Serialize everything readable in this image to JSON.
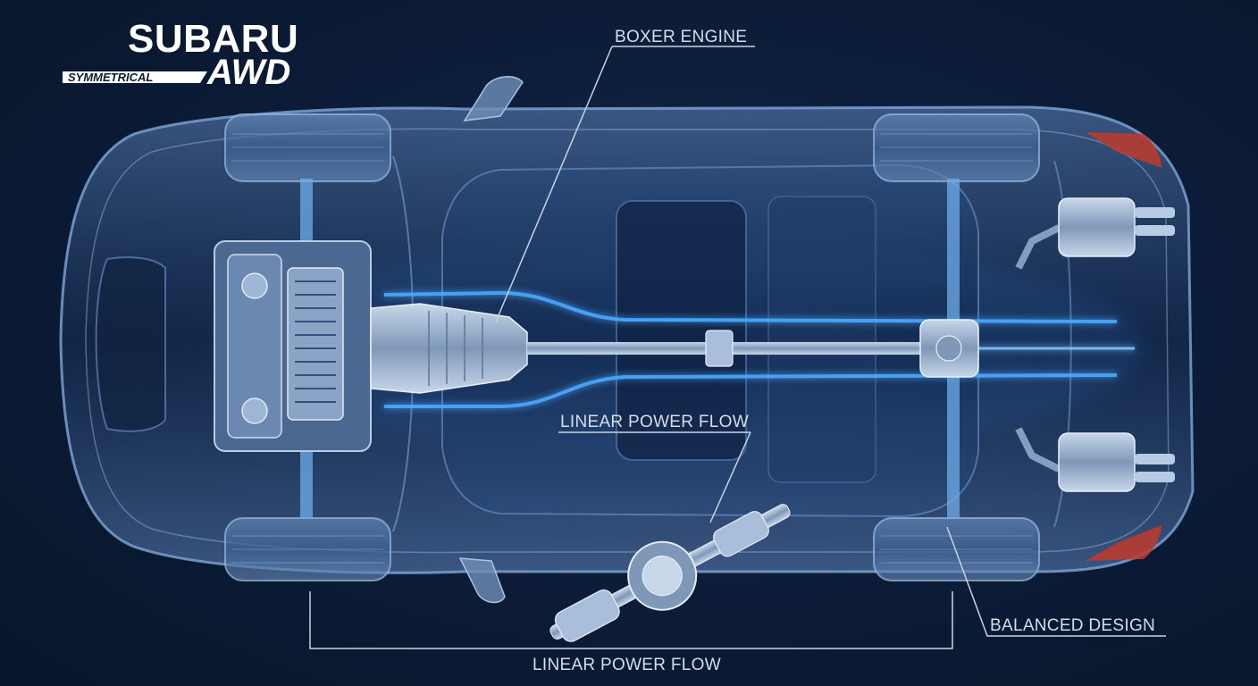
{
  "logo": {
    "brand": "SUBARU",
    "tag_small": "SYMMETRICAL",
    "tag_large": "AWD"
  },
  "labels": {
    "boxer_engine": "BOXER ENGINE",
    "linear_power_flow_center": "LINEAR POWER FLOW",
    "balanced_design": "BALANCED DESIGN",
    "linear_power_flow_bottom": "LINEAR POWER FLOW"
  },
  "colors": {
    "background": "#0b1a33",
    "glow": "#4aa8ff",
    "body_outline": "#7fa6d6",
    "label_text": "#d6dde8",
    "tail_light": "#c0392b"
  }
}
